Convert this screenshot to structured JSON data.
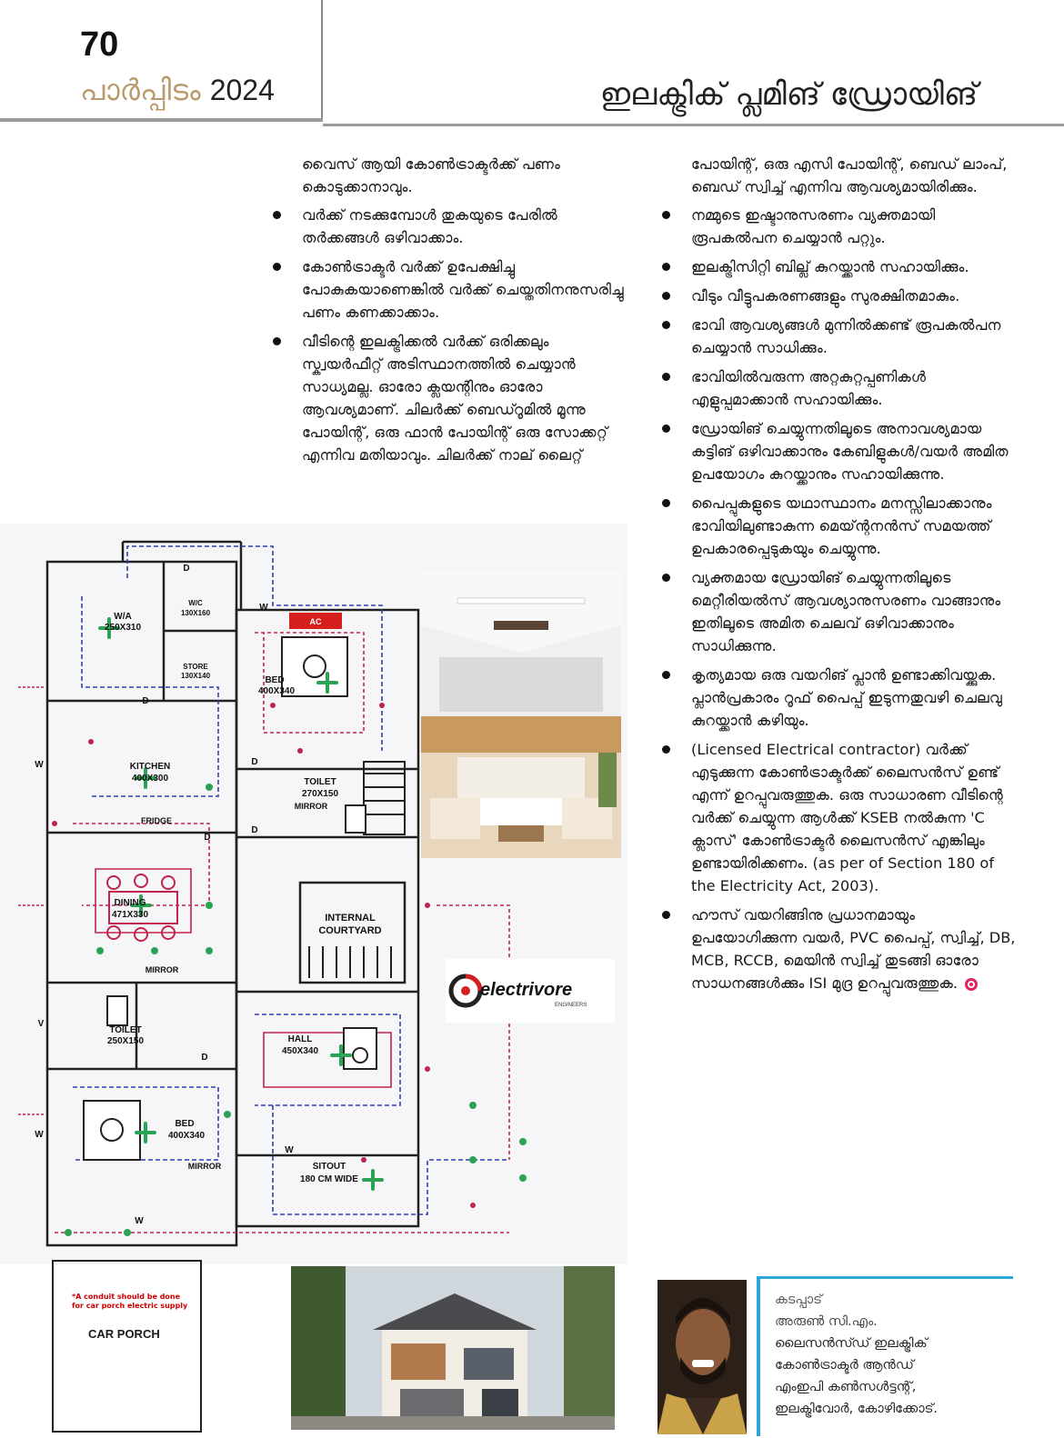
{
  "header": {
    "page_number": "70",
    "magazine_name": "പാർപ്പിടം",
    "year": "2024",
    "section_title": "ഇലക്ട്രിക് പ്ലമിങ് ഡ്രോയിങ്"
  },
  "left_column": {
    "intro": "വൈസ് ആയി കോൺട്രാക്ടർക്ക് പണം കൊടുക്കാനാവും.",
    "bullets": [
      "വർക്ക് നടക്കുമ്പോൾ തുകയുടെ പേരിൽ തർക്കങ്ങൾ ഒഴിവാക്കാം.",
      "കോൺട്രാക്ടർ വർക്ക് ഉപേക്ഷിച്ചു പോകുകയാണെങ്കിൽ വർക്ക് ചെയ്തതിനനുസരിച്ചു പണം കണക്കാക്കാം.",
      "വീടിന്റെ ഇലക്ട്രിക്കൽ വർക്ക് ഒരിക്കലും സ്ക്വയർഫീറ്റ് അടിസ്ഥാനത്തിൽ ചെയ്യാൻ സാധ്യമല്ല. ഓരോ ക്ലയന്റിനും ഓരോ ആവശ്യമാണ്. ചിലർക്ക് ബെഡ്റൂമിൽ മൂന്നു പോയിന്റ്, ഒരു ഫാൻ പോയിന്റ് ഒരു സോക്കറ്റ് എന്നിവ മതിയാവും. ചിലർക്ക് നാല് ലൈറ്റ്"
    ]
  },
  "right_column": {
    "intro": "പോയിന്റ്, ഒരു എസി പോയിന്റ്, ബെഡ് ലാംപ്, ബെഡ് സ്വിച്ച് എന്നിവ ആവശ്യമായിരിക്കും.",
    "bullets": [
      "നമ്മുടെ ഇഷ്ടാനുസരണം വ്യക്തമായി രൂപകൽപന ചെയ്യാൻ പറ്റും.",
      "ഇലക്ട്രിസിറ്റി ബില്ല് കുറയ്ക്കാൻ സഹായിക്കും.",
      "വീടും വീട്ടുപകരണങ്ങളും സുരക്ഷിതമാകും.",
      "ഭാവി ആവശ്യങ്ങൾ മുന്നിൽക്കണ്ട് രൂപകൽപന ചെയ്യാൻ സാധിക്കും.",
      "ഭാവിയിൽവരുന്ന അറ്റകുറ്റപ്പണികൾ എളുപ്പമാക്കാൻ സഹായിക്കും.",
      "ഡ്രോയിങ് ചെയ്യുന്നതിലൂടെ അനാവശ്യമായ കട്ടിങ് ഒഴിവാക്കാനും കേബിളുകൾ/വയർ അമിത ഉപയോഗം കുറയ്ക്കാനും സഹായിക്കുന്നു.",
      "പൈപ്പുകളുടെ യഥാസ്ഥാനം മനസ്സിലാക്കാനും ഭാവിയിലുണ്ടാകുന്ന മെയ്ന്റനൻസ് സമയത്ത് ഉപകാരപ്പെടുകയും ചെയ്യുന്നു.",
      "വ്യക്തമായ ഡ്രോയിങ് ചെയ്യുന്നതിലൂടെ മെറ്റീരിയൽസ് ആവശ്യാനുസരണം വാങ്ങാനും ഇതിലൂടെ അമിത ചെലവ് ഒഴിവാക്കാനും സാധിക്കുന്നു.",
      "കൃത്യമായ ഒരു വയറിങ് പ്ലാൻ ഉണ്ടാക്കിവയ്ക്കുക. പ്ലാൻപ്രകാരം റൂഫ് പൈപ്പ് ഇടുന്നതുവഴി ചെലവു കുറയ്ക്കാൻ കഴിയും.",
      "(Licensed Electrical contractor) വർക്ക് എടുക്കുന്ന കോൺട്രാക്ടർക്ക് ലൈസൻസ് ഉണ്ട് എന്ന് ഉറപ്പുവരുത്തുക. ഒരു സാധാരണ വീടിന്റെ വർക്ക് ചെയ്യുന്ന ആൾക്ക് KSEB നൽകുന്ന 'C ക്ലാസ്' കോൺട്രാക്ടർ ലൈസൻസ് എങ്കിലും ഉണ്ടായിരിക്കണം. (as per of Section 180 of the Electricity Act, 2003).",
      "ഹൗസ് വയറിങ്ങിനു പ്രധാനമായും ഉപയോഗിക്കുന്ന വയർ, PVC പൈപ്പ്, സ്വിച്ച്, DB, MCB, RCCB, മെയിൻ സ്വിച്ച് തുടങ്ങി ഓരോ സാധനങ്ങൾക്കും ISI മുദ്ര ഉറപ്പുവരുത്തുക."
    ]
  },
  "floor_plan": {
    "rooms": {
      "wa": "W/A",
      "wa_size": "250X310",
      "wc": "W/C",
      "wc_size": "130X160",
      "store": "STORE",
      "store_size": "130X140",
      "bed1": "BED",
      "bed1_size": "400X340",
      "kitchen": "KITCHEN",
      "kitchen_size": "400X300",
      "fridge": "FRIDGE",
      "toilet1": "TOILET",
      "toilet1_size": "270X150",
      "mirror1": "MIRROR",
      "dining": "DINING",
      "dining_size": "471X330",
      "courtyard_l1": "INTERNAL",
      "courtyard_l2": "COURTYARD",
      "mirror2": "MIRROR",
      "toilet2": "TOILET",
      "toilet2_size": "250X150",
      "hall": "HALL",
      "hall_size": "450X340",
      "bed2": "BED",
      "bed2_size": "400X340",
      "mirror3": "MIRROR",
      "sitout": "SITOUT",
      "sitout_size": "180 CM WIDE",
      "car_porch": "CAR PORCH",
      "porch_note": "*A conduit should be done for car porch electric supply"
    },
    "marks": {
      "door": "D",
      "window": "W",
      "ac": "AC",
      "v": "V"
    }
  },
  "logo": {
    "text": "electrivore",
    "sub": "ENGINEERS"
  },
  "author": {
    "label": "കടപ്പാട്",
    "name": "അരുൺ സി.എം.",
    "role_1": "ലൈസൻസ്ഡ് ഇലക്ട്രിക്",
    "role_2": "കോൺട്രാക്ടർ ആൻഡ്",
    "role_3": "എംഇപി കൺസൾട്ടന്റ്,",
    "role_4": "ഇലക്ട്രിവോർ, കോഴിക്കോട്."
  },
  "colors": {
    "accent_gold": "#b99a6c",
    "author_bar": "#2aa6d8",
    "end_mark": "#e0245e"
  }
}
